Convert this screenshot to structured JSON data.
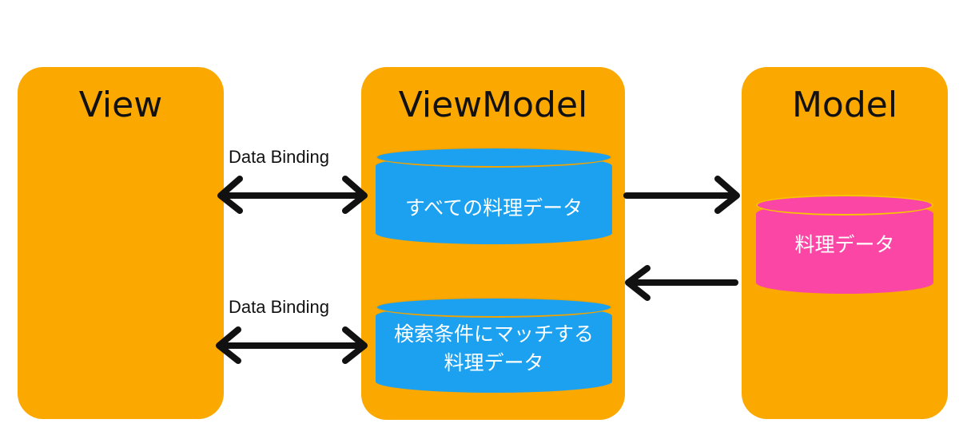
{
  "view": {
    "title": "View"
  },
  "viewmodel": {
    "title": "ViewModel",
    "all_data_label": "すべての料理データ",
    "filtered_data_line1": "検索条件にマッチする",
    "filtered_data_line2": "料理データ"
  },
  "model": {
    "title": "Model",
    "data_label": "料理データ"
  },
  "bindings": [
    {
      "label": "Data Binding"
    },
    {
      "label": "Data Binding"
    }
  ],
  "colors": {
    "box": "#FBA900",
    "cylinder_blue": "#1BA1EF",
    "cylinder_pink": "#FB46A6",
    "arrow": "#111111"
  }
}
